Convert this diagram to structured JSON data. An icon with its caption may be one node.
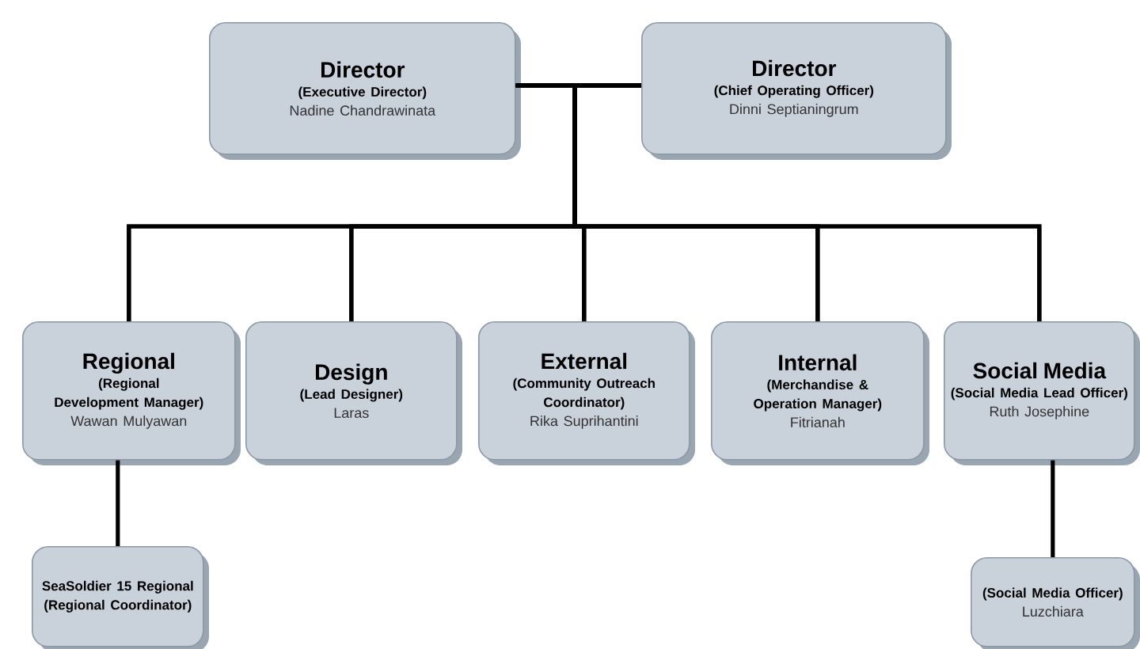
{
  "diagram": {
    "nodes": [
      {
        "text": [
          "Director",
          "(Executive Director)",
          "Nadine Chandrawinata"
        ]
      },
      {
        "text": [
          "Director",
          "(Chief Operating Officer)",
          "Dinni Septianingrum"
        ]
      },
      {
        "text": [
          "Regional",
          "(Regional Development Manager)",
          "Wawan Mulyawan"
        ]
      },
      {
        "text": [
          "Design",
          "(Lead Designer)",
          "Laras"
        ]
      },
      {
        "text": [
          "External",
          "(Community Outreach Coordinator)",
          "Rika Suprihantini"
        ]
      },
      {
        "text": [
          "Internal",
          "(Merchandise & Operation Manager)",
          "Fitrianah"
        ]
      },
      {
        "text": [
          "Social Media",
          "(Social Media Lead Officer)",
          "Ruth Josephine"
        ]
      },
      {
        "text": [
          "SeaSoldier 15 Regional (Regional Coordinator)"
        ]
      },
      {
        "text": [
          "(Social Media Officer)",
          "Luzchiara"
        ]
      }
    ],
    "edges": [
      {
        "from": 0,
        "to": 1,
        "arrow": "none"
      },
      {
        "from": 0,
        "to": 2,
        "arrow": "none"
      },
      {
        "from": 0,
        "to": 3,
        "arrow": "none"
      },
      {
        "from": 0,
        "to": 4,
        "arrow": "none"
      },
      {
        "from": 0,
        "to": 5,
        "arrow": "none"
      },
      {
        "from": 0,
        "to": 6,
        "arrow": "none"
      },
      {
        "from": 1,
        "to": 2,
        "arrow": "none"
      },
      {
        "from": 1,
        "to": 3,
        "arrow": "none"
      },
      {
        "from": 1,
        "to": 4,
        "arrow": "none"
      },
      {
        "from": 1,
        "to": 5,
        "arrow": "none"
      },
      {
        "from": 1,
        "to": 6,
        "arrow": "none"
      },
      {
        "from": 2,
        "to": 7,
        "arrow": "none"
      },
      {
        "from": 6,
        "to": 8,
        "arrow": "none"
      }
    ]
  }
}
